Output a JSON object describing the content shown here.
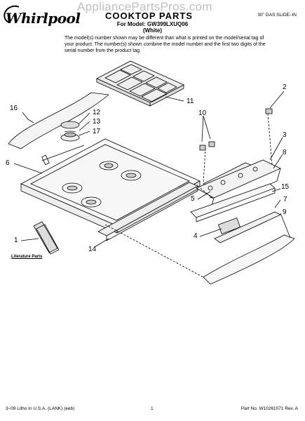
{
  "brand": "Whirlpool",
  "watermark": "AppliancePartsPros.com",
  "title": "COOKTOP PARTS",
  "model_line": "For Model: GW399LXUQ06",
  "color_line": "(White)",
  "range_type": "30\" GAS SLIDE–IN",
  "notice": "The model(s) number shown may be different than what is printed on the model/serial tag of your product. The number(s) shown combine the model number and the first two digits of the serial number from the product tag.",
  "literature_label": "Literature Parts",
  "callouts": [
    "1",
    "2",
    "3",
    "4",
    "5",
    "6",
    "7",
    "8",
    "9",
    "10",
    "11",
    "12",
    "13",
    "14",
    "15",
    "16",
    "17"
  ],
  "footer": {
    "left": "3–09 Litho In U.S.A. (LANK) (eeb)",
    "page": "1",
    "part_no": "Part No. W10261071 Rev. A"
  }
}
